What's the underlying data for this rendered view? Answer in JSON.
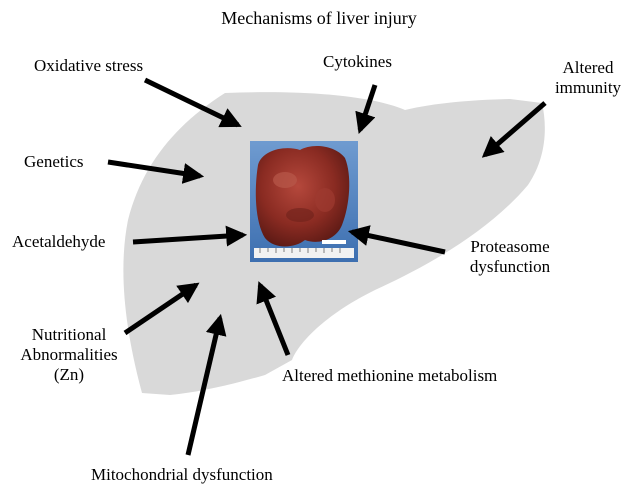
{
  "title": "Mechanisms of liver injury",
  "labels": {
    "oxidative_stress": "Oxidative stress",
    "cytokines": "Cytokines",
    "altered_immunity_line1": "Altered",
    "altered_immunity_line2": "immunity",
    "genetics": "Genetics",
    "acetaldehyde": "Acetaldehyde",
    "proteasome_line1": "Proteasome",
    "proteasome_line2": "dysfunction",
    "nutritional_line1": "Nutritional",
    "nutritional_line2": "Abnormalities",
    "nutritional_line3": "(Zn)",
    "methionine": "Altered methionine metabolism",
    "mitochondrial": "Mitochondrial dysfunction"
  },
  "colors": {
    "liver_fill": "#d9d9d9",
    "arrow": "#000000",
    "photo_background": "#4a7fc0",
    "tissue": "#8a2b22"
  }
}
